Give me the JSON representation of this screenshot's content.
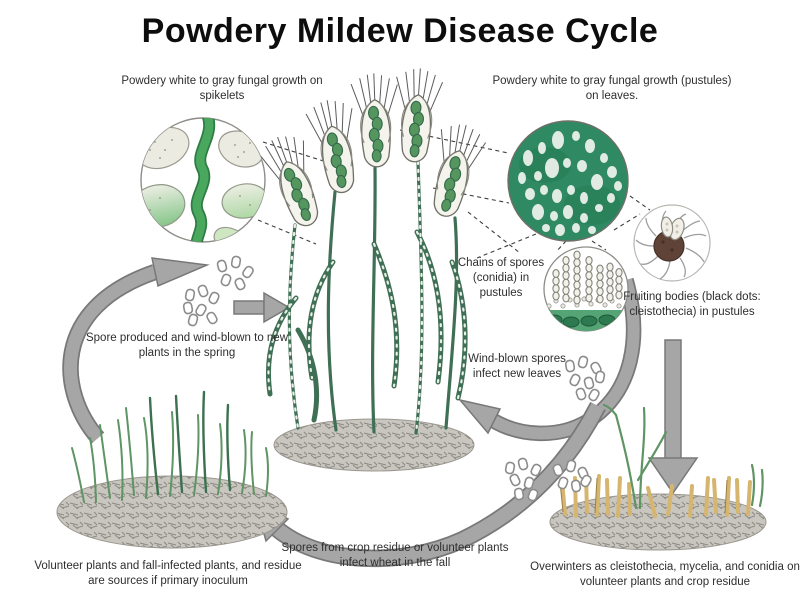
{
  "title": "Powdery Mildew Disease Cycle",
  "labels": {
    "spikelets": "Powdery white to gray fungal growth on spikelets",
    "leaves": "Powdery white to gray fungal growth (pustules) on leaves.",
    "conidia_chains": "Chains of spores (conidia) in pustules",
    "fruiting_bodies": "Fruiting bodies (black dots: cleistothecia) in pustules",
    "spring_spores": "Spore produced and wind-blown to new plants in the spring",
    "wind_blown": "Wind-blown spores infect new leaves",
    "fall_infection": "Spores from crop residue or volunteer plants infect wheat in the fall",
    "volunteer_source": "Volunteer plants and fall-infected plants, and residue are sources if primary inoculum",
    "overwinter": "Overwinters as cleistothecia, mycelia, and conidia on volunteer plants and crop residue"
  },
  "colors": {
    "leaf_green": "#2f8a63",
    "plant_green": "#4f8f63",
    "wheat_green": "#3f6f55",
    "arrow_gray": "#a6a6a6",
    "arrow_border": "#787878",
    "cleistothecium_brown": "#5f4336",
    "stubble_tan": "#d6b56e",
    "residue_gray": "#c9c6c0",
    "text": "#2e2e2e"
  }
}
